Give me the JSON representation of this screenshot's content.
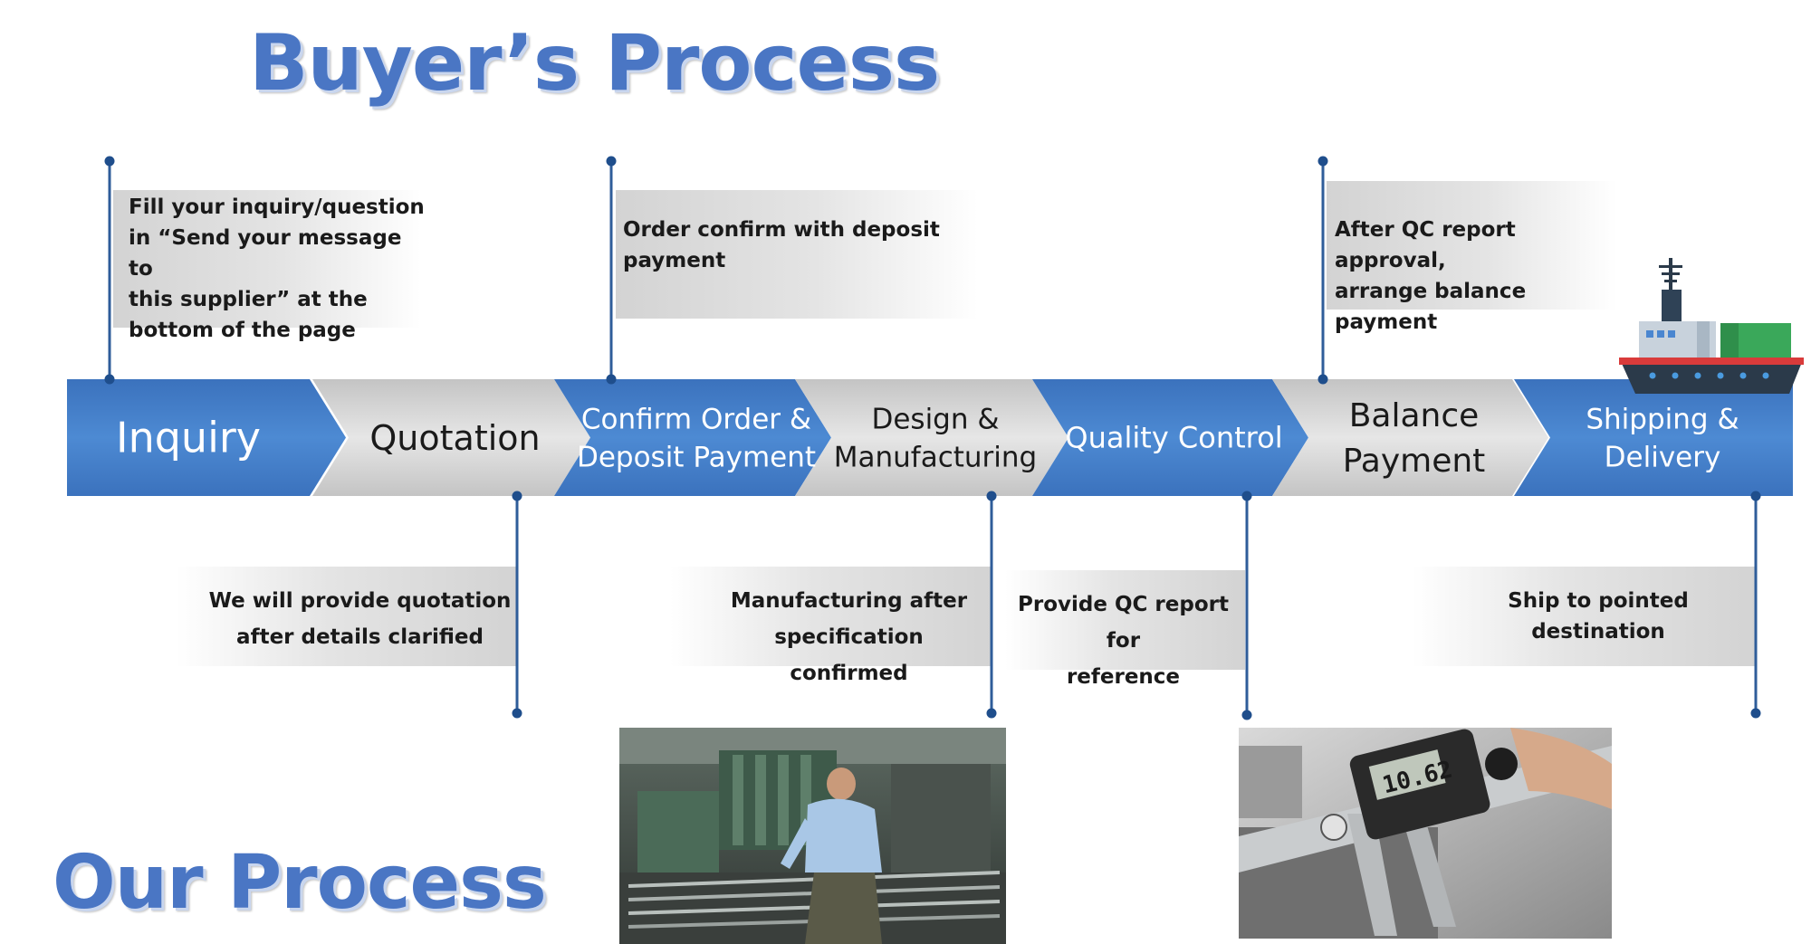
{
  "titles": {
    "buyer": "Buyer’s Process",
    "ours": "Our Process"
  },
  "colors": {
    "blue": "#4a86d0",
    "blue_dark": "#3a6fb8",
    "grey": "#d6d6d6",
    "line": "#1f4e8c",
    "title": "#4a76c4"
  },
  "steps": [
    {
      "lines": [
        "Inquiry"
      ],
      "style": "blue"
    },
    {
      "lines": [
        "Quotation"
      ],
      "style": "grey"
    },
    {
      "lines": [
        "Confirm Order &",
        "Deposit Payment"
      ],
      "style": "blue"
    },
    {
      "lines": [
        "Design &",
        "Manufacturing"
      ],
      "style": "grey"
    },
    {
      "lines": [
        "Quality Control"
      ],
      "style": "blue"
    },
    {
      "lines": [
        "Balance",
        "Payment"
      ],
      "style": "grey"
    },
    {
      "lines": [
        "Shipping &",
        "Delivery"
      ],
      "style": "blue"
    }
  ],
  "buyer_notes": [
    {
      "lines": [
        "Fill your inquiry/question",
        "in “Send your message to",
        "this supplier” at the",
        "bottom of the page"
      ]
    },
    {
      "lines": [
        "Order confirm with deposit",
        "payment"
      ]
    },
    {
      "lines": [
        "After QC report approval,",
        "arrange balance payment"
      ]
    }
  ],
  "our_notes": [
    {
      "lines": [
        "We will provide quotation",
        "after details clarified"
      ]
    },
    {
      "lines": [
        "Manufacturing after",
        "specification confirmed"
      ]
    },
    {
      "lines": [
        "Provide QC report for",
        "reference"
      ]
    },
    {
      "lines": [
        "Ship to pointed destination"
      ]
    }
  ],
  "icons": {
    "ship": "cargo-ship-icon",
    "factory_photo": "factory-worker-photo",
    "caliper_photo": "digital-caliper-photo"
  },
  "caliper_readout": "10.62"
}
